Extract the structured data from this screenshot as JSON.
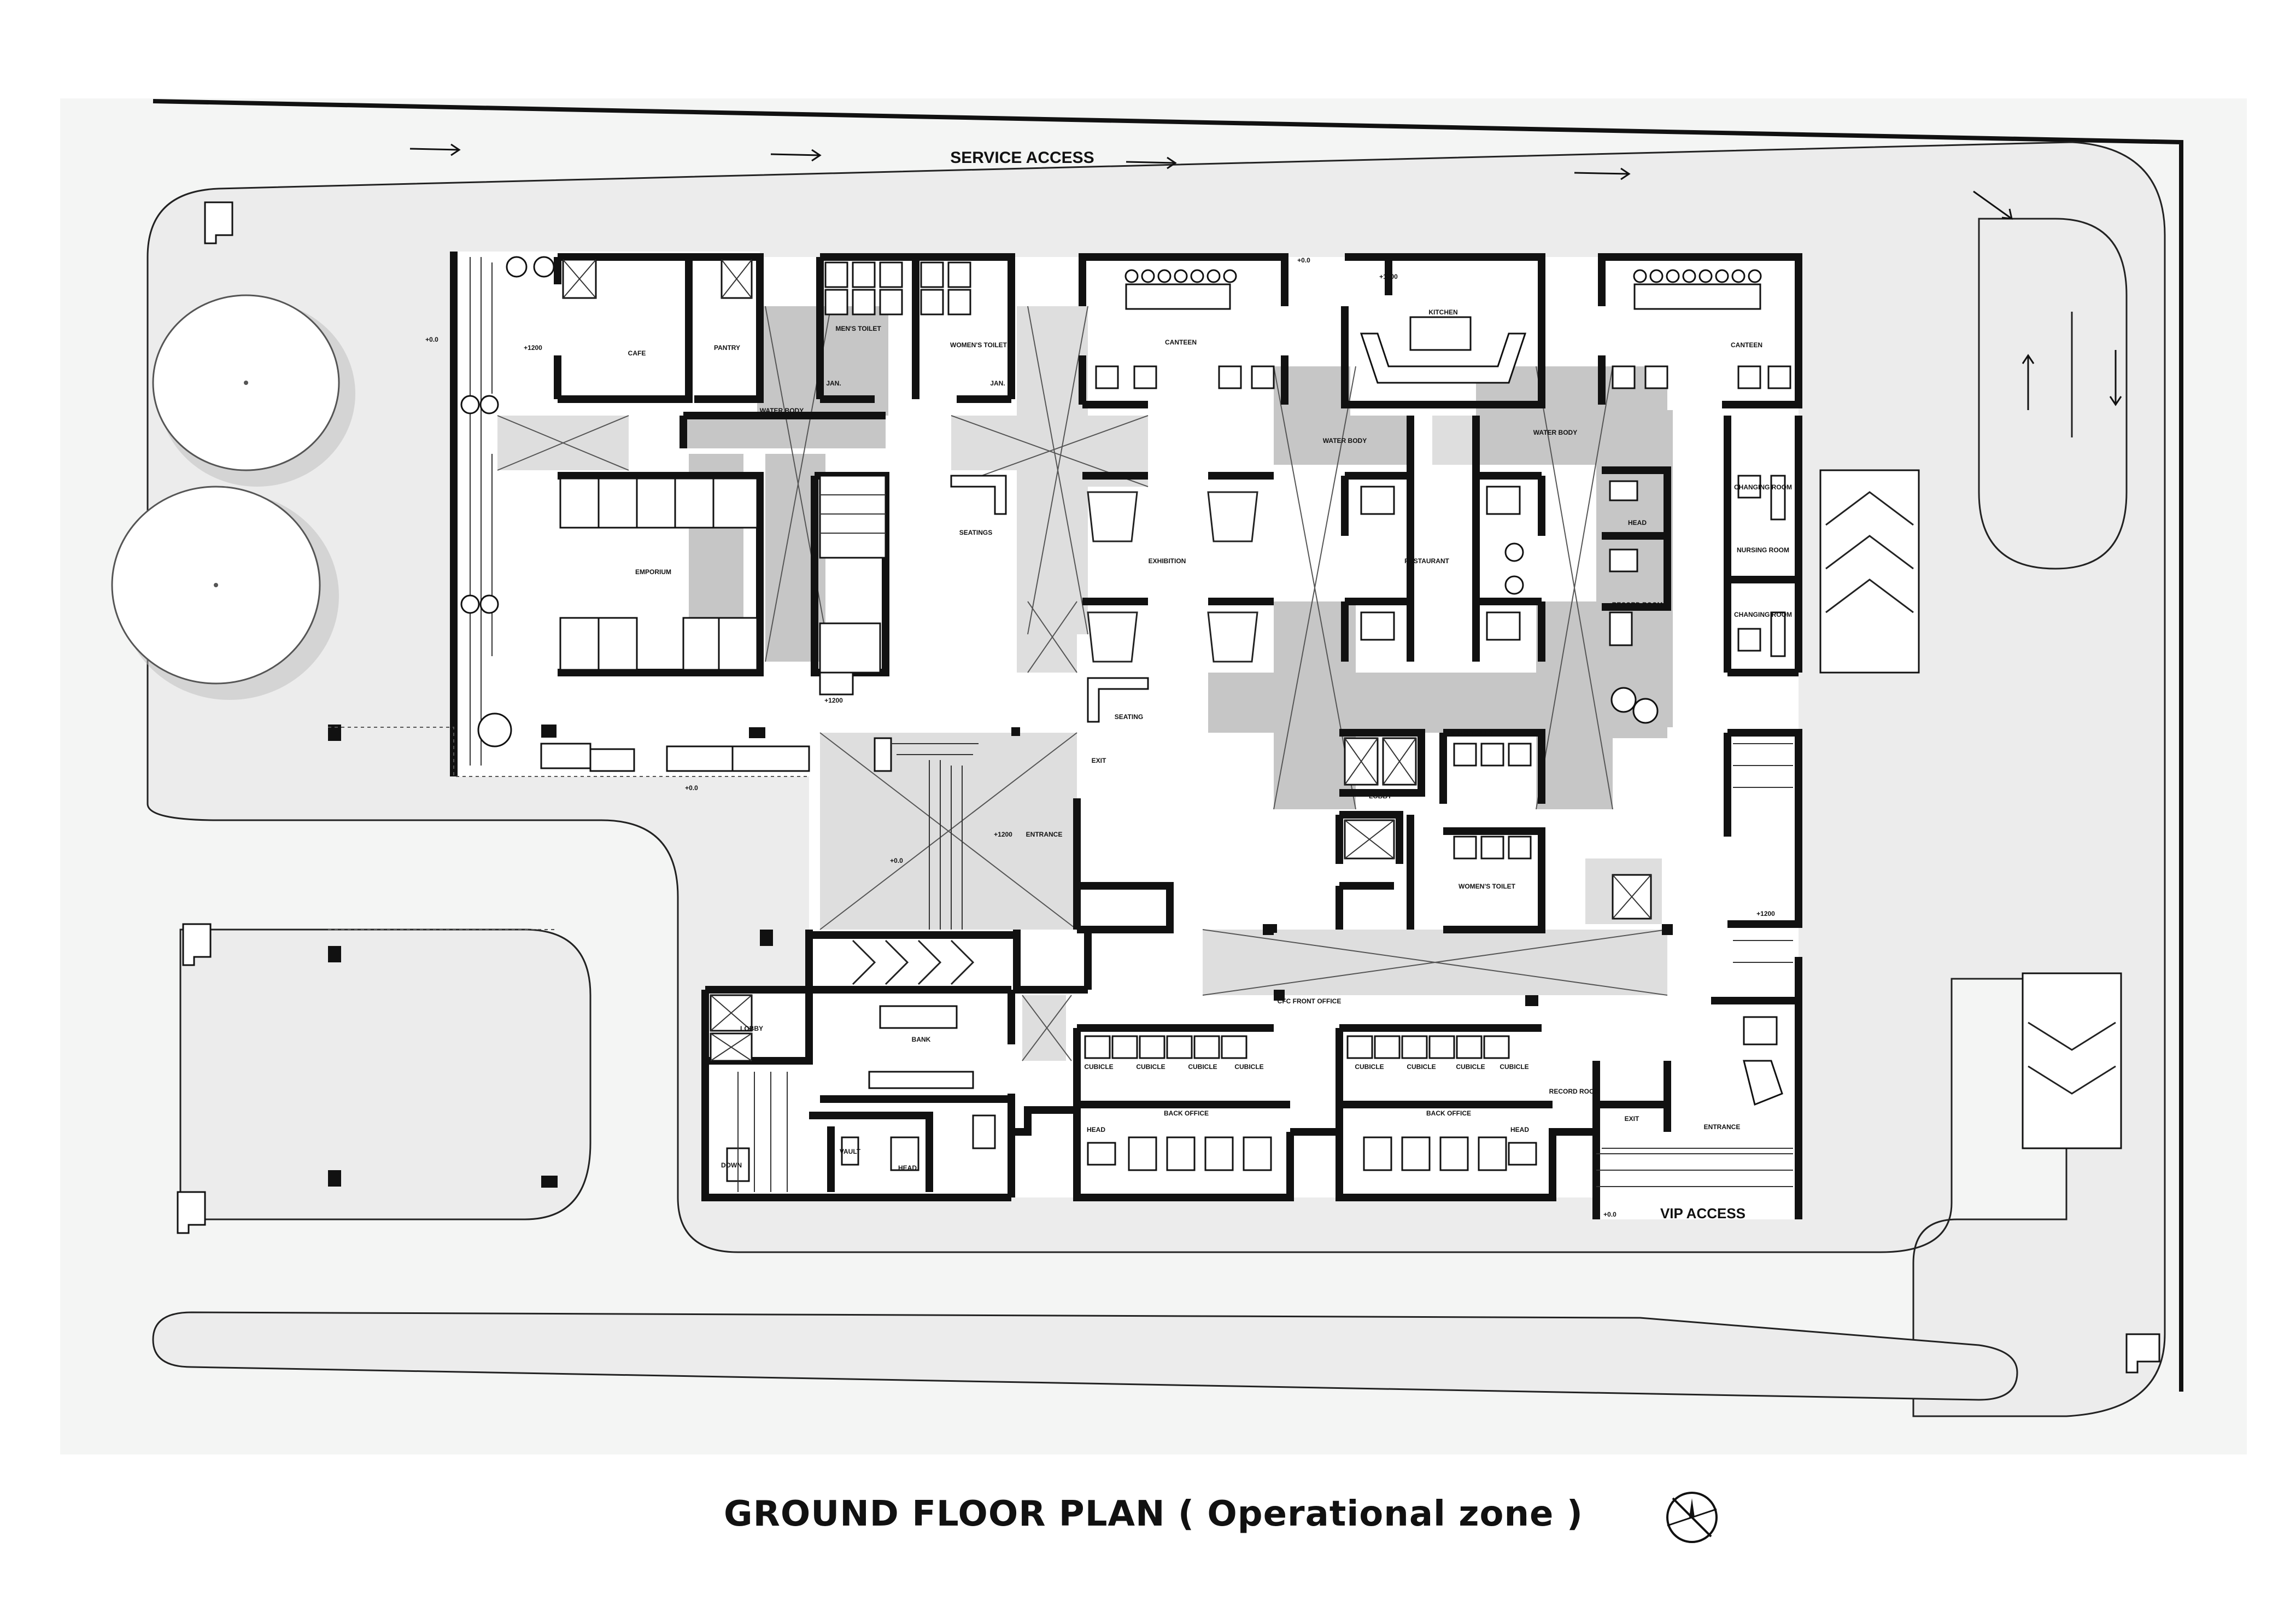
{
  "title": "GROUND FLOOR PLAN ( Operational zone )",
  "access": {
    "service": "SERVICE ACCESS",
    "vip": "VIP ACCESS"
  },
  "levels": {
    "plus_0": "+0.0",
    "plus_1200": "+1200"
  },
  "rooms": {
    "cafe": "CAFE",
    "pantry": "PANTRY",
    "emporium": "EMPORIUM",
    "water_body": "WATER BODY",
    "mens_toilet": "MEN'S TOILET",
    "womens_toilet": "WOMEN'S TOILET",
    "janitor": "JAN.",
    "seatings": "SEATINGS",
    "canteen": "CANTEEN",
    "kitchen": "KITCHEN",
    "exhibition": "EXHIBITION",
    "restaurant": "RESTAURANT",
    "seating": "SEATING",
    "head": "HEAD",
    "record_room": "RECORD ROOM",
    "changing_room": "CHANGING ROOM",
    "nursing_room": "NURSING ROOM",
    "exit": "EXIT",
    "entrance": "ENTRANCE",
    "lobby": "LOBBY",
    "bank": "BANK",
    "vault": "VAULT",
    "down": "DOWN",
    "cubicle": "CUBICLE",
    "back_office": "BACK OFFICE",
    "cfc_front_office": "CFC FRONT OFFICE"
  }
}
